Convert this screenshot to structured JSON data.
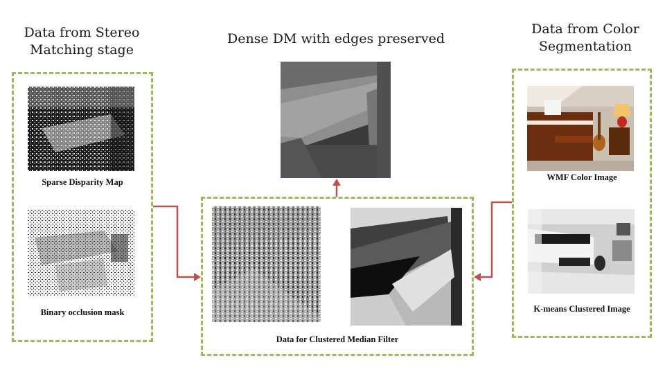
{
  "titles": {
    "left": "Data from Stereo\nMatching stage",
    "center": "Dense DM with edges preserved",
    "right": "Data from Color\nSegmentation"
  },
  "captions": {
    "sparse_disparity": "Sparse Disparity Map",
    "occlusion_mask": "Binary occlusion mask",
    "clustered_median": "Data for Clustered Median Filter",
    "wmf_color": "WMF Color Image",
    "kmeans": "K-means Clustered Image"
  },
  "colors": {
    "dashed_border": "#9bbb59",
    "arrow": "#c0504d"
  }
}
